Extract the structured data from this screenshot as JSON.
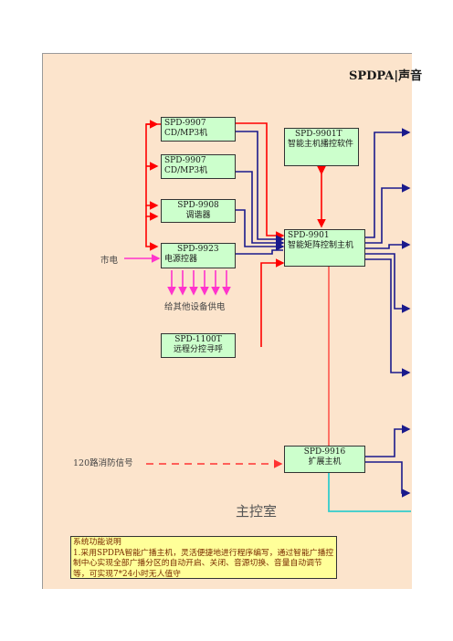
{
  "title": "SPDPA|声音",
  "boxes": {
    "cd1": {
      "line1": "SPD-9907",
      "line2": "CD/MP3机"
    },
    "cd2": {
      "line1": "SPD-9907",
      "line2": "CD/MP3机"
    },
    "tuner": {
      "line1": "SPD-9908",
      "line2": "调谐器"
    },
    "power": {
      "line1": "SPD-9923",
      "line2": "电源控器"
    },
    "remote": {
      "line1": "SPD-1100T",
      "line2": "远程分控寻呼"
    },
    "software": {
      "line1": "SPD-9901T",
      "line2": "智能主机播控软件"
    },
    "matrix": {
      "line1": "SPD-9901",
      "line2": "智能矩阵控制主机"
    },
    "expand": {
      "line1": "SPD-9916",
      "line2": "扩展主机"
    }
  },
  "labels": {
    "mains": "市电",
    "other_supply": "给其他设备供电",
    "fire_signal": "120路消防信号",
    "room": "主控室"
  },
  "description": {
    "heading": "系统功能说明",
    "body": "1.采用SPDPA智能广播主机，灵活便捷地进行程序编写，通过智能广播控制中心实现全部广播分区的自动开启、关闭、音源切换、音量自动调节等，可实现7*24小时无人值守"
  },
  "colors": {
    "panel": "#fce4cc",
    "box": "#ccffcc",
    "red_wire": "#ff0000",
    "navy_wire": "#1a1a8c",
    "magenta_wire": "#ff33cc",
    "cyan_wire": "#33cccc",
    "dashed_signal": "#ff3333",
    "note_bg": "#ffff99"
  }
}
